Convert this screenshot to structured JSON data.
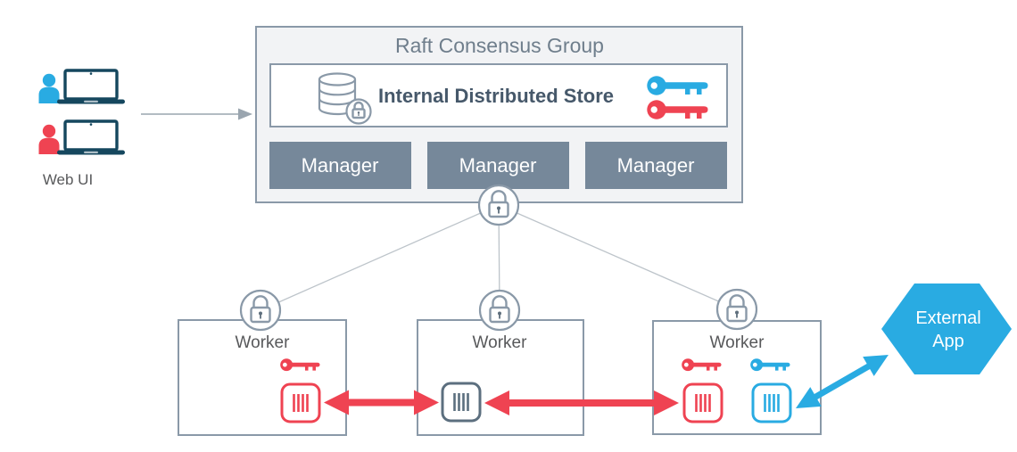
{
  "colors": {
    "blue": "#29ABE2",
    "red": "#EF4352",
    "slate": "#76889A",
    "border": "#8A99A8",
    "line": "#BDC4CA",
    "textgray": "#58595B",
    "titlegray": "#6F7E8C",
    "boxfill": "#F2F3F5",
    "laptop": "#15475E",
    "storetext": "#46586A",
    "keyhole": "#5F6F7D"
  },
  "web_ui": {
    "label": "Web UI",
    "icons": [
      "user-icon-blue",
      "laptop-icon",
      "user-icon-red",
      "laptop-icon"
    ]
  },
  "raft": {
    "title": "Raft Consensus Group",
    "store": {
      "label": "Internal Distributed Store",
      "icons": [
        "database-lock-icon",
        "key-icon-blue",
        "key-icon-red"
      ]
    },
    "managers": [
      {
        "label": "Manager"
      },
      {
        "label": "Manager"
      },
      {
        "label": "Manager"
      }
    ]
  },
  "locks": {
    "icon": "padlock-icon",
    "count": 4
  },
  "workers": [
    {
      "label": "Worker",
      "keys": [
        "red"
      ],
      "containers": [
        "red"
      ]
    },
    {
      "label": "Worker",
      "keys": [],
      "containers": [
        "gray"
      ]
    },
    {
      "label": "Worker",
      "keys": [
        "red",
        "blue"
      ],
      "containers": [
        "red",
        "blue"
      ]
    }
  ],
  "external_app": {
    "line1": "External",
    "line2": "App",
    "shape": "hexagon"
  },
  "connections": {
    "webui_to_raft": "gray-arrow",
    "managers_to_workers": "thin-gray-lines-via-padlocks",
    "worker1_worker2": "red-double-arrow",
    "worker2_worker3": "red-double-arrow",
    "worker3_external_app": "blue-double-arrow"
  }
}
